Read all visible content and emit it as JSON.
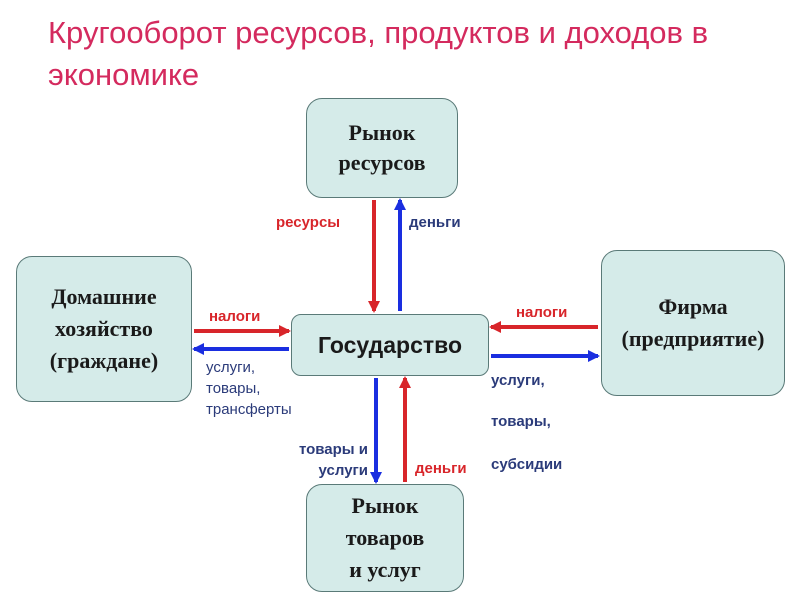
{
  "title": "Кругооборот ресурсов, продуктов и доходов в экономике",
  "nodes": {
    "resource_market": "Рынок\nресурсов",
    "household": "Домашние\nхозяйство\n(граждане)",
    "state": "Государство",
    "firm": "Фирма\n(предприятие)",
    "goods_market": "Рынок\nтоваров\nи услуг"
  },
  "labels": {
    "resources": "ресурсы",
    "money_top": "деньги",
    "taxes_left": "налоги",
    "services_left": "услуги,\nтовары,\nтрансферты",
    "taxes_right": "налоги",
    "services_right_1": "услуги,",
    "services_right_2": "товары,",
    "services_right_3": "субсидии",
    "goods_services": "товары и\nуслуги",
    "money_bottom": "деньги"
  },
  "colors": {
    "red_arrow": "#d8252a",
    "blue_arrow": "#1a2ee0",
    "title": "#d42a5e",
    "box_fill": "#d5ebe9"
  }
}
